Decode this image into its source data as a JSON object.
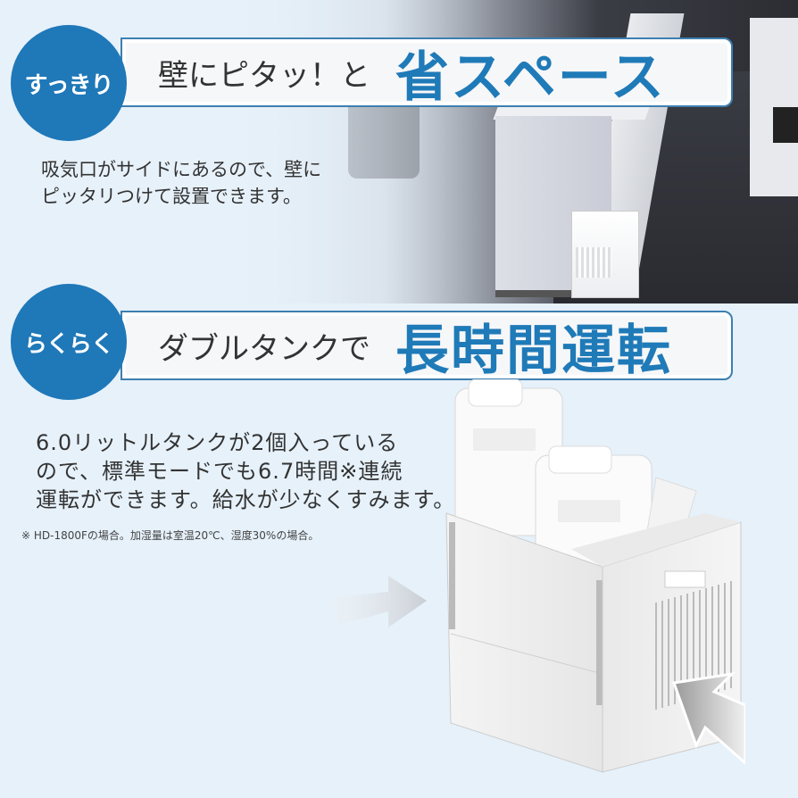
{
  "section1": {
    "badge": "すっきり",
    "lead": "壁にピタッ！と",
    "highlight": "省スペース",
    "description": [
      "吸気口がサイドにあるので、壁に",
      "ピッタリつけて設置できます。"
    ]
  },
  "section2": {
    "badge": "らくらく",
    "lead": "ダブルタンクで",
    "highlight": "長時間運転",
    "description": [
      "6.0リットルタンクが2個入っている",
      "ので、標準モードでも6.7時間※連続",
      "運転ができます。給水が少なくすみます。"
    ],
    "footnote": "※ HD-1800Fの場合。加湿量は室温20℃、湿度30%の場合。"
  },
  "colors": {
    "accent": "#1f78b8",
    "banner_border": "#3d7fb0",
    "background": "#e6f1fa",
    "text": "#333333"
  }
}
